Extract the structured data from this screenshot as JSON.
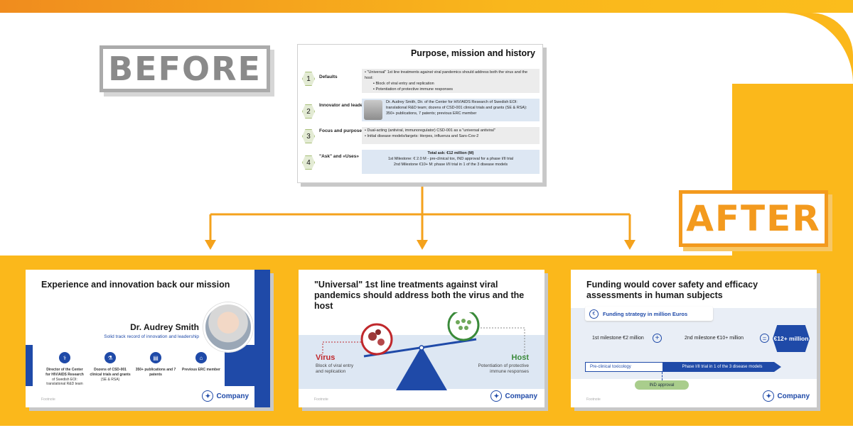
{
  "labels": {
    "before": "BEFORE",
    "after": "AFTER"
  },
  "original": {
    "title": "Purpose, mission and history",
    "rows": [
      {
        "num": "1",
        "label": "Defaults",
        "lines": [
          "\"Universal\" 1st line treatments against viral pandemics should address both the virus and the host:",
          "Block of viral entry and replication",
          "Potentiation of protective immune responses"
        ]
      },
      {
        "num": "2",
        "label": "Innovator and leader",
        "lines": [
          "Dr. Audrey Smith, Dir. of the Center for HIV/AIDS Research of Swedish EOI: translational R&D team; dozens of CSD-001 clinical trials and grants (SE & RSA): 350+ publications, 7 patents; previous ERC member"
        ]
      },
      {
        "num": "3",
        "label": "Focus and purpose",
        "lines": [
          "Dual-acting (antiviral, immunoregulator) CSD-001 as a \"universal antiviral\"",
          "Initial disease models/targets: Herpes, influenza and Sars-Cov-2"
        ]
      },
      {
        "num": "4",
        "label": "\"Ask\" and «Uses»",
        "lines": [
          "Total ask: €12 million (M)",
          "1st Milestone: € 2.0 M - pre-clinical tox, IND approval for a phase I/II trial",
          "2nd Milestone €10+ M: phase I/II trial in 1 of the 3 disease models"
        ]
      }
    ]
  },
  "slide1": {
    "title": "Experience and innovation back our mission",
    "name": "Dr. Audrey Smith",
    "tagline": "Solid track record of innovation and leadership",
    "items": [
      {
        "bold": "Director of the Center for HIV/AIDS Research",
        "rest": "of Swedish EOI: translational R&D team"
      },
      {
        "bold": "Dozens of CSD-001 clinical trials and grants",
        "rest": "(SE & RSA)"
      },
      {
        "bold": "350+ publications and 7 patents",
        "rest": ""
      },
      {
        "bold": "Previous ERC member",
        "rest": ""
      }
    ],
    "footnote": "Footnote",
    "logo": "Company"
  },
  "slide2": {
    "title": "\"Universal\" 1st line treatments against viral pandemics should address both the virus and the host",
    "virus_label": "Virus",
    "virus_desc": "Block of viral entry and replication",
    "host_label": "Host",
    "host_desc": "Potentiation of protective immune responses",
    "footnote": "Footnote",
    "logo": "Company"
  },
  "slide3": {
    "title": "Funding would cover safety and efficacy assessments in human subjects",
    "strategy": "Funding strategy in million Euros",
    "m1": "1st milestone €2 million",
    "m2": "2nd milestone €10+ million",
    "total": "€12+ million",
    "phase1": "Pre-clinical toxicology",
    "phase2": "Phase I/II trial in 1 of the 3 disease models",
    "ind": "IND approval",
    "footnote": "Footnote",
    "logo": "Company"
  },
  "colors": {
    "accent": "#fbb81b",
    "brand": "#1f4aa8",
    "orange": "#f39a1e",
    "green": "#3a8a3a",
    "red": "#c0282c"
  }
}
